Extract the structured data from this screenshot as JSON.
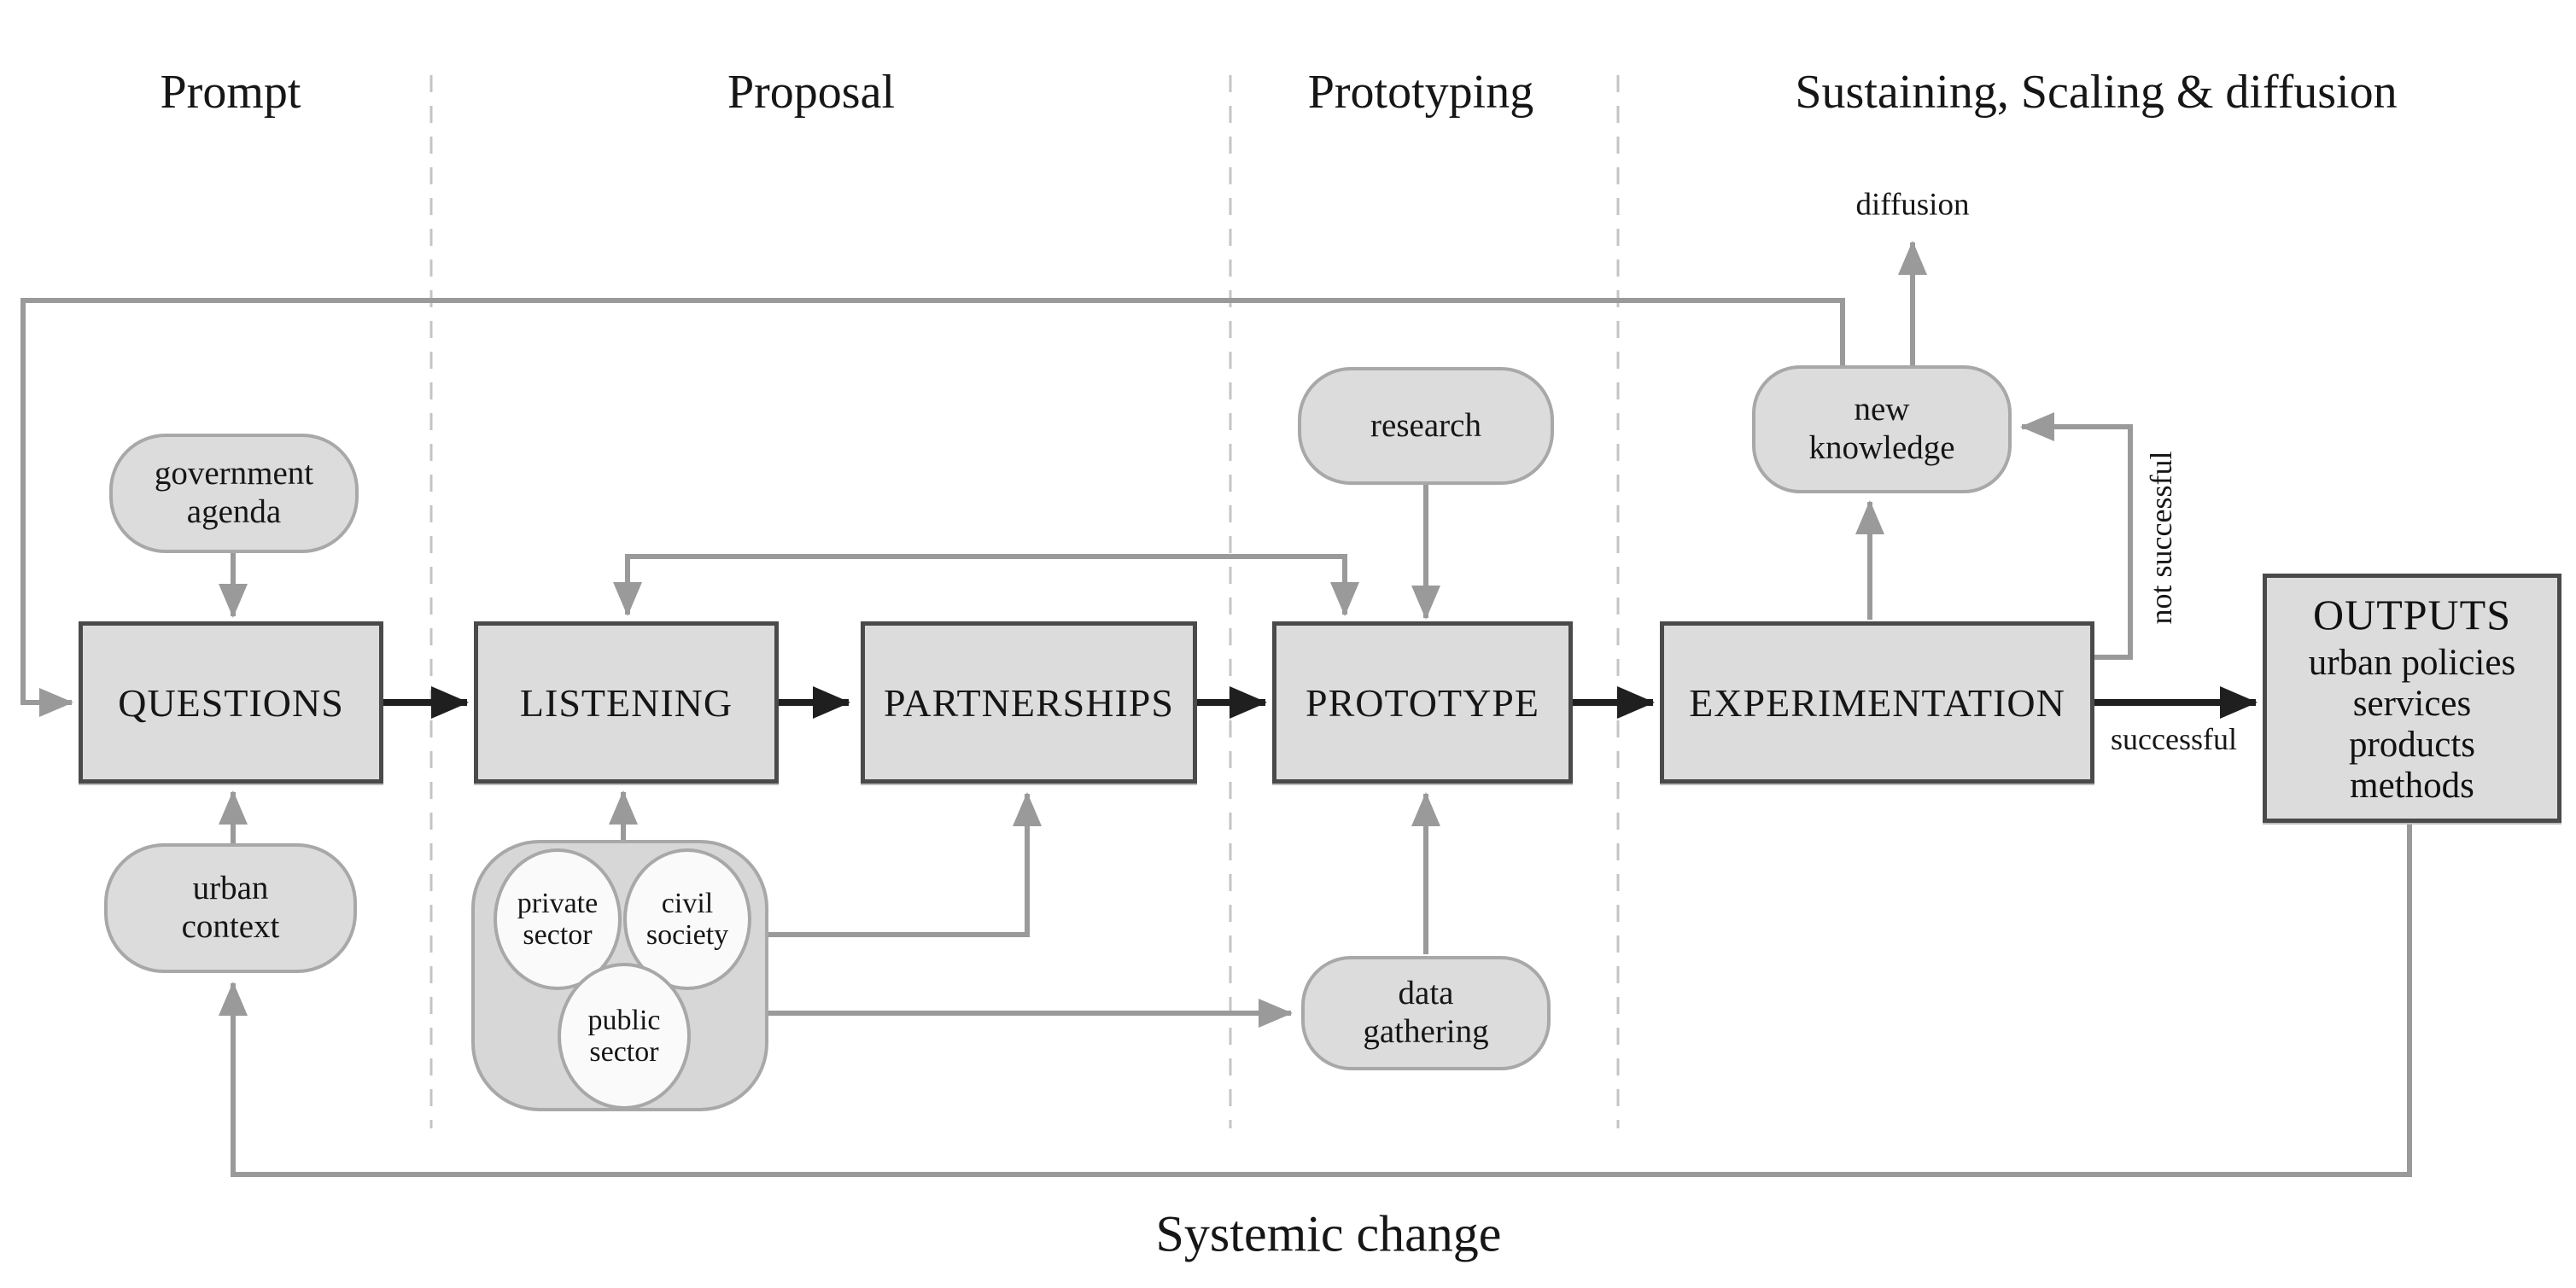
{
  "phases": [
    {
      "label": "Prompt"
    },
    {
      "label": "Proposal"
    },
    {
      "label": "Prototyping"
    },
    {
      "label": "Sustaining, Scaling & diffusion"
    }
  ],
  "boxes": [
    {
      "label": "QUESTIONS"
    },
    {
      "label": "LISTENING"
    },
    {
      "label": "PARTNERSHIPS"
    },
    {
      "label": "PROTOTYPE"
    },
    {
      "label": "EXPERIMENTATION"
    }
  ],
  "outputs": {
    "title": "OUTPUTS",
    "items": [
      "urban policies",
      "services",
      "products",
      "methods"
    ]
  },
  "pills": {
    "government_agenda": "government\nagenda",
    "urban_context": "urban\ncontext",
    "research": "research",
    "new_knowledge": "new\nknowledge",
    "data_gathering": "data\ngathering"
  },
  "cluster": {
    "private_sector": "private\nsector",
    "civil_society": "civil\nsociety",
    "public_sector": "public\nsector"
  },
  "edge_labels": {
    "diffusion": "diffusion",
    "not_successful": "not successful",
    "successful": "successful"
  },
  "footer": {
    "systemic_change": "Systemic change"
  },
  "colors": {
    "node_fill": "#dcdcdc",
    "node_border": "#4a4a4a",
    "pill_border": "#a8a8a8",
    "circle_fill": "#fafafa",
    "gray_line": "#9a9a9a",
    "black_line": "#1f1f1f",
    "dashed_divider": "#c4c4c4"
  }
}
